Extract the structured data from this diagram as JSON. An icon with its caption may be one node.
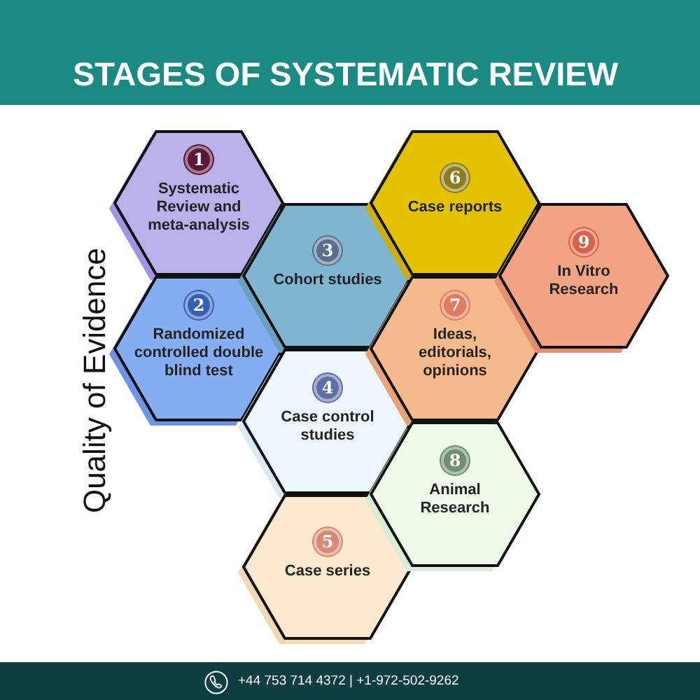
{
  "diagram": {
    "title": "STAGES OF SYSTEMATIC REVIEW",
    "nodes": [
      {
        "text": [
          "1",
          "Systematic Review and meta-analysis"
        ]
      },
      {
        "text": [
          "2",
          "Randomized controlled double blind test"
        ]
      },
      {
        "text": [
          "3",
          "Cohort studies"
        ]
      },
      {
        "text": [
          "4",
          "Case control studies"
        ]
      },
      {
        "text": [
          "5",
          "Case series"
        ]
      },
      {
        "text": [
          "6",
          "Case reports"
        ]
      },
      {
        "text": [
          "7",
          "Ideas, editorials, opinions"
        ]
      },
      {
        "text": [
          "8",
          "Animal Research"
        ]
      },
      {
        "text": [
          "9",
          "In Vitro Research"
        ]
      }
    ],
    "labels": [
      "Quality of Evidence",
      "+44 753 714 4372 | +1-972-502-9262"
    ]
  }
}
